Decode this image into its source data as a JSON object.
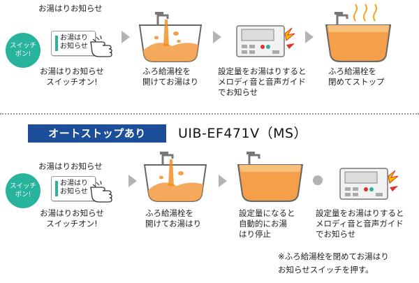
{
  "colors": {
    "teal": "#27b39c",
    "navy": "#1c4e9a",
    "gray": "#b3b3b3",
    "orange": "#f08a1c",
    "red": "#e0302a"
  },
  "top_row": {
    "notice_title": "お湯はりお知らせ",
    "badge": "スイッチ\nポン!",
    "button_label": "お湯はり\nお知らせ",
    "steps": [
      "お湯はりお知らせ\nスイッチオン!",
      "ふろ給湯栓を\n開けてお湯はり",
      "設定量をお湯はりすると\nメロディ音と音声ガイド\nでお知らせ",
      "ふろ給湯栓を\n閉めてストップ"
    ]
  },
  "auto_stop": {
    "section_label": "オートストップあり",
    "model": "UIB-EF471V（MS）",
    "notice_title": "お湯はりお知らせ",
    "badge": "スイッチ\nポン!",
    "button_label": "お湯はり\nお知らせ",
    "steps": [
      "お湯はりお知らせ\nスイッチオン!",
      "ふろ給湯栓を\n開けてお湯はり",
      "設定量になると\n自動的にお湯\nはり停止",
      "設定量をお湯はりすると\nメロディ音と音声ガイド\nでお知らせ"
    ],
    "footnote": "※ふろ給湯栓を閉めてお湯はり\nお知らせスイッチを押す。"
  },
  "icons": [
    "hand-pointer-icon",
    "faucet-icon",
    "bathtub-icon",
    "remote-panel-icon",
    "sound-alert-icon",
    "steam-icon",
    "arrow-right-icon",
    "dot-separator-icon"
  ]
}
